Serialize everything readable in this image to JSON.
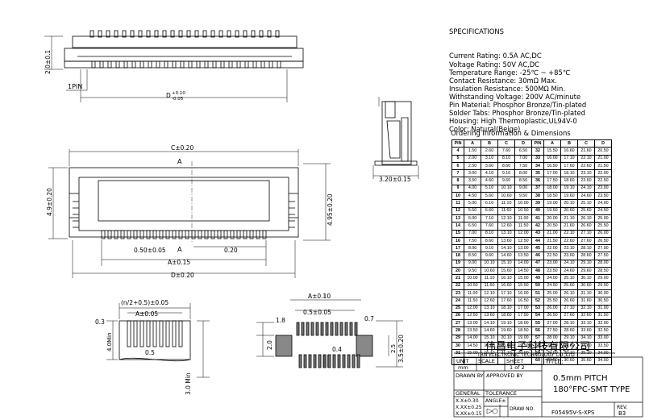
{
  "specifications": {
    "title": "SPECIFICATIONS",
    "lines": [
      "Current Rating: 0.5A AC,DC",
      "Voltage Rating: 50V AC,DC",
      "Temperature Range: -25℃ ~ +85℃",
      "Contact Resistance: 30mΩ Max.",
      "Insulation Resistance: 500MΩ Min.",
      "Withstanding Voltage: 200V AC/minute",
      "Pin Material: Phosphor Bronze/Tin-plated",
      "Solder Tabs: Phosphor Bronze/Tin-plated",
      "Housing: High Thermoplastic,UL94V-0",
      "Color: Natural(Beige)"
    ]
  },
  "ordering": {
    "title": "Ordering Information & Dimensions",
    "headers": [
      "PIN",
      "A",
      "B",
      "C",
      "D",
      "PIN",
      "A",
      "B",
      "C",
      "D"
    ],
    "rows": [
      [
        "4",
        "1.50",
        "2.60",
        "7.60",
        "6.50",
        "32",
        "15.50",
        "16.60",
        "21.60",
        "20.50"
      ],
      [
        "5",
        "2.00",
        "3.10",
        "8.10",
        "7.00",
        "33",
        "16.00",
        "17.10",
        "22.10",
        "21.00"
      ],
      [
        "6",
        "2.50",
        "3.60",
        "8.60",
        "7.50",
        "34",
        "16.50",
        "17.60",
        "22.60",
        "21.50"
      ],
      [
        "7",
        "3.00",
        "4.10",
        "9.10",
        "8.00",
        "35",
        "17.00",
        "18.10",
        "23.10",
        "22.00"
      ],
      [
        "8",
        "3.50",
        "4.60",
        "9.60",
        "8.50",
        "36",
        "17.50",
        "18.60",
        "23.60",
        "22.50"
      ],
      [
        "9",
        "4.00",
        "5.10",
        "10.10",
        "9.00",
        "37",
        "18.00",
        "19.10",
        "24.10",
        "23.00"
      ],
      [
        "10",
        "4.50",
        "5.60",
        "10.60",
        "9.50",
        "38",
        "18.50",
        "19.60",
        "24.60",
        "23.50"
      ],
      [
        "11",
        "5.00",
        "6.10",
        "11.10",
        "10.00",
        "39",
        "19.00",
        "20.10",
        "25.10",
        "24.00"
      ],
      [
        "12",
        "5.50",
        "6.60",
        "11.60",
        "10.50",
        "40",
        "19.50",
        "20.60",
        "25.60",
        "24.50"
      ],
      [
        "13",
        "6.00",
        "7.10",
        "12.10",
        "11.00",
        "41",
        "20.00",
        "21.10",
        "26.10",
        "25.00"
      ],
      [
        "14",
        "6.50",
        "7.60",
        "12.60",
        "11.50",
        "42",
        "20.50",
        "21.60",
        "26.60",
        "25.50"
      ],
      [
        "15",
        "7.00",
        "8.10",
        "13.10",
        "12.00",
        "43",
        "21.00",
        "22.10",
        "27.10",
        "26.00"
      ],
      [
        "16",
        "7.50",
        "8.60",
        "13.60",
        "12.50",
        "44",
        "21.50",
        "22.60",
        "27.60",
        "26.50"
      ],
      [
        "17",
        "8.00",
        "9.10",
        "14.10",
        "13.00",
        "45",
        "22.00",
        "23.10",
        "28.10",
        "27.00"
      ],
      [
        "18",
        "8.50",
        "9.60",
        "14.60",
        "13.50",
        "46",
        "22.50",
        "23.60",
        "28.60",
        "27.50"
      ],
      [
        "19",
        "9.00",
        "10.10",
        "15.10",
        "14.00",
        "47",
        "23.00",
        "24.10",
        "29.10",
        "28.00"
      ],
      [
        "20",
        "9.50",
        "10.60",
        "15.60",
        "14.50",
        "48",
        "23.50",
        "24.60",
        "29.60",
        "28.50"
      ],
      [
        "21",
        "10.00",
        "11.10",
        "16.10",
        "15.00",
        "49",
        "24.00",
        "25.10",
        "30.10",
        "29.00"
      ],
      [
        "22",
        "10.50",
        "11.60",
        "16.60",
        "15.50",
        "50",
        "24.50",
        "25.60",
        "30.60",
        "29.50"
      ],
      [
        "23",
        "11.00",
        "12.10",
        "17.10",
        "16.00",
        "51",
        "25.00",
        "26.10",
        "31.10",
        "30.00"
      ],
      [
        "24",
        "11.50",
        "12.60",
        "17.60",
        "16.50",
        "52",
        "25.50",
        "26.60",
        "31.60",
        "30.50"
      ],
      [
        "25",
        "12.00",
        "13.10",
        "18.10",
        "17.00",
        "53",
        "26.00",
        "27.10",
        "32.10",
        "31.00"
      ],
      [
        "26",
        "12.50",
        "13.60",
        "18.60",
        "17.50",
        "54",
        "26.50",
        "27.60",
        "32.60",
        "31.50"
      ],
      [
        "27",
        "13.00",
        "14.10",
        "19.10",
        "18.00",
        "55",
        "27.00",
        "28.10",
        "33.10",
        "32.00"
      ],
      [
        "28",
        "13.50",
        "14.60",
        "19.60",
        "18.50",
        "56",
        "27.50",
        "28.60",
        "33.60",
        "32.50"
      ],
      [
        "29",
        "14.00",
        "15.10",
        "20.10",
        "19.00",
        "57",
        "28.00",
        "29.10",
        "34.10",
        "33.00"
      ],
      [
        "30",
        "14.50",
        "15.60",
        "20.60",
        "19.50",
        "58",
        "28.50",
        "29.60",
        "34.60",
        "33.50"
      ],
      [
        "31",
        "15.00",
        "16.10",
        "21.10",
        "20.00",
        "59",
        "29.00",
        "30.10",
        "35.10",
        "34.00"
      ],
      [
        "",
        "",
        "",
        "",
        "",
        "60",
        "29.50",
        "30.60",
        "35.60",
        "34.50"
      ]
    ]
  },
  "drawing": {
    "top_view": {
      "height": "2.0±0.1",
      "pin1": "1PIN",
      "width_label": "D",
      "width_tol_top": "+0.10",
      "width_tol_bot": "-0.05"
    },
    "side_view": {
      "width": "3.20±0.15"
    },
    "front_view": {
      "c": "C±0.20",
      "a_mark": "A",
      "height_left": "4.9±0.20",
      "height_right": "4.95±0.20",
      "pitch": "0.50±0.05",
      "offset": "0.20",
      "a": "A±0.15",
      "d": "D±0.20"
    },
    "fpc_view": {
      "formula": "(n/2+0.5)±0.05",
      "a": "A±0.05",
      "thick": "0.3",
      "min_len": "4.0Min",
      "pitch": "0.5",
      "len_min": "3.0 Min"
    },
    "pcb_view": {
      "a": "A±0.10",
      "pitch": "0.5±0.05",
      "pad_w": "0.7",
      "h1": "1.8",
      "h2": "2.0",
      "pad_len": "0.4",
      "total": "3.5±0.20",
      "side_w": "2.5"
    }
  },
  "title_block": {
    "company_cn": "伟昌电子科技有限公司",
    "company_en": "TRN ELECTRONIC TECHNOLOGY CO.,LTD",
    "unit_label": "UNIT",
    "unit_value": "mm",
    "scale_label": "SCALE",
    "sheet_label": "SHEET",
    "sheet_value": "1 of 2",
    "title_label": "TITLE:",
    "drawn_by": "DRAWN BY",
    "approved_by": "APPROVED BY",
    "general": "GENERAL",
    "tolerance": "TOLERANCE",
    "tol1": "X.X±0.30",
    "tol2": "X.XX±0.25",
    "tol3": "X.XX±0.15",
    "angle": "ANGLE±",
    "title_line1": "0.5mm PITCH",
    "title_line2": "180°FPC-SMT TYPE",
    "draw_no_label": "DRAW NO.",
    "draw_no": "F05495V-S-XPS",
    "rev_label": "REV.",
    "rev": "B3"
  }
}
